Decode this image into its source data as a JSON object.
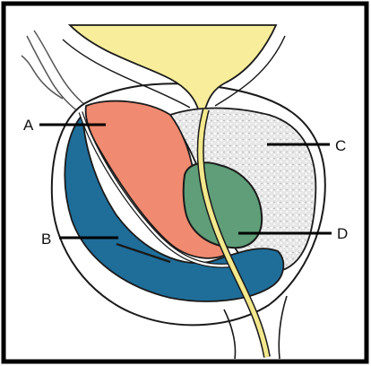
{
  "labels": {
    "a": "A",
    "b": "B",
    "c": "C",
    "d": "D"
  },
  "colors": {
    "frame": "#000000",
    "outline": "#1a1a1a",
    "region_a": "#f08a70",
    "region_b": "#1f6e9a",
    "region_c": "#e6e6e6",
    "region_d": "#5f9e78",
    "bladder": "#f7ed9a",
    "urethra": "#f3e88c"
  }
}
